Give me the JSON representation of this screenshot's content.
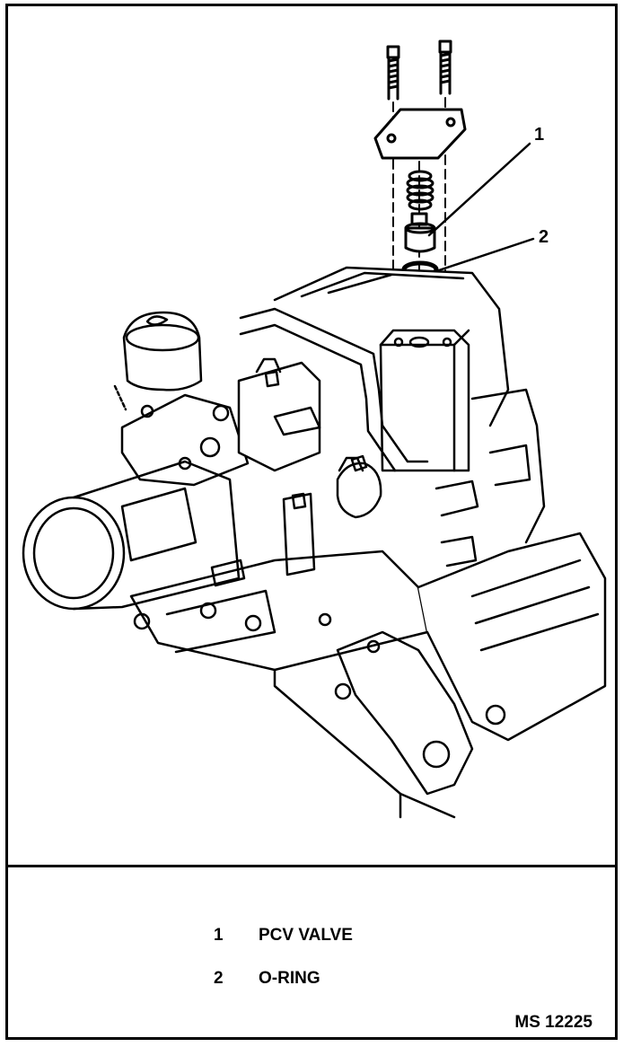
{
  "callouts": [
    {
      "number": "1"
    },
    {
      "number": "2"
    }
  ],
  "legend": [
    {
      "number": "1",
      "label": "PCV VALVE"
    },
    {
      "number": "2",
      "label": "O-RING"
    }
  ],
  "figure_code": "MS 12225",
  "icons": [
    "bolt-icon",
    "gasket-icon",
    "spring-icon",
    "pcv-valve-icon",
    "o-ring-icon",
    "engine-icon"
  ]
}
